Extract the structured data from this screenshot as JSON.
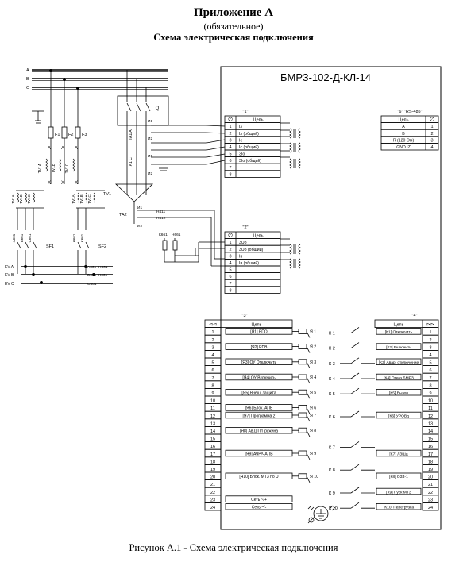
{
  "title": "Приложение А",
  "subtitle": "(обязательное)",
  "heading": "Схема электрическая подключения",
  "device": "БМРЗ-102-Д-КЛ-14",
  "caption": "Рисунок А.1 - Схема электрическая подключения",
  "col_header": "Цепь",
  "left_labels": {
    "buses": [
      "A",
      "B",
      "C"
    ],
    "breaker": "Q",
    "fuses": [
      "F1",
      "F2",
      "F3"
    ],
    "phase_marks": [
      "A",
      "A",
      "A"
    ],
    "x_marks": [
      "X",
      "X",
      "X"
    ],
    "tv_labels": [
      "TV1A",
      "TV1B",
      "TV1C"
    ],
    "tv1": "TV1",
    "ta1": [
      "TA1 A",
      "TA1 C"
    ],
    "i1": [
      "И1",
      "И2",
      "И1",
      "И2"
    ],
    "ta2": "TA2",
    "ta2_ends": [
      "И1",
      "И2"
    ],
    "h_marks": [
      "Н411",
      "Н412"
    ],
    "k_marks": [
      "К661",
      "Н661"
    ],
    "tv_group2": [
      "TV1A",
      "TV1B",
      "TV1C"
    ],
    "tv_group3": [
      "TV1A",
      "TV1B",
      "TV1C"
    ],
    "wire_marks1": [
      "A661",
      "B661",
      "C661"
    ],
    "wire_marks2": [
      "H661",
      "K661"
    ],
    "sf": [
      "SF1",
      "SF2"
    ],
    "ev": [
      "EV A",
      "EV B",
      "EV C"
    ],
    "ev_marks": [
      "A661",
      "B661",
      "C661"
    ],
    "ev_marks2": [
      "H661",
      "K661"
    ]
  },
  "block1": {
    "tag": "\"1\"",
    "rows": [
      {
        "n": "1",
        "name": "Iᴀ"
      },
      {
        "n": "2",
        "name": "Iᴀ (общий)"
      },
      {
        "n": "3",
        "name": "Ic"
      },
      {
        "n": "4",
        "name": "Ic (общий)"
      },
      {
        "n": "5",
        "name": "3Io"
      },
      {
        "n": "6",
        "name": "3Io (общий)"
      },
      {
        "n": "7",
        "name": ""
      },
      {
        "n": "8",
        "name": ""
      }
    ]
  },
  "block2": {
    "tag": "\"2\"",
    "rows": [
      {
        "n": "1",
        "name": "3Uo"
      },
      {
        "n": "2",
        "name": "3Uo (общий)"
      },
      {
        "n": "3",
        "name": "Iв"
      },
      {
        "n": "4",
        "name": "Iв (общий)"
      },
      {
        "n": "5",
        "name": ""
      },
      {
        "n": "6",
        "name": ""
      },
      {
        "n": "7",
        "name": ""
      },
      {
        "n": "8",
        "name": ""
      }
    ]
  },
  "block6": {
    "tag": "\"6\" \"RS-485\"",
    "rows": [
      {
        "name": "A",
        "n": "1"
      },
      {
        "name": "B",
        "n": "2"
      },
      {
        "name": "R (120 Ом)",
        "n": "3"
      },
      {
        "name": "GND  IZ",
        "n": "4"
      }
    ]
  },
  "block3": {
    "tag": "\"3\"",
    "rows": [
      {
        "n": "1",
        "name": "[Я1] РПО",
        "j": "Я 1"
      },
      {
        "n": "2",
        "name": "",
        "j": ""
      },
      {
        "n": "3",
        "name": "[Я2] РПВ",
        "j": "Я 2"
      },
      {
        "n": "4",
        "name": "",
        "j": ""
      },
      {
        "n": "5",
        "name": "[Я3] ОУ Отключить",
        "j": "Я 3"
      },
      {
        "n": "6",
        "name": "",
        "j": ""
      },
      {
        "n": "7",
        "name": "[Я4] ОУ Включить",
        "j": "Я 4"
      },
      {
        "n": "8",
        "name": "",
        "j": ""
      },
      {
        "n": "9",
        "name": "[Я5] Внеш. защита",
        "j": "Я 5"
      },
      {
        "n": "10",
        "name": "",
        "j": ""
      },
      {
        "n": "11",
        "name": "[Я6] Блок. АПВ",
        "j": "Я 6"
      },
      {
        "n": "12",
        "name": "[Я7] Программа 2",
        "j": "Я 7"
      },
      {
        "n": "13",
        "name": "",
        "j": ""
      },
      {
        "n": "14",
        "name": "[Я8] Ав.ШП/Пружина",
        "j": "Я 8"
      },
      {
        "n": "15",
        "name": "",
        "j": ""
      },
      {
        "n": "16",
        "name": "",
        "j": ""
      },
      {
        "n": "17",
        "name": "[Я9] АЧР/ЧАПВ",
        "j": "Я 9"
      },
      {
        "n": "18",
        "name": "",
        "j": ""
      },
      {
        "n": "19",
        "name": "",
        "j": ""
      },
      {
        "n": "20",
        "name": "[Я10] Блок. МТЗ по U",
        "j": "Я 10"
      },
      {
        "n": "21",
        "name": "",
        "j": ""
      },
      {
        "n": "22",
        "name": "",
        "j": ""
      },
      {
        "n": "23",
        "name": "Сеть ~/+",
        "j": ""
      },
      {
        "n": "24",
        "name": "Сеть ~/-",
        "j": ""
      }
    ]
  },
  "block4": {
    "tag": "\"4\"",
    "rows": [
      {
        "k": "К 1",
        "name": "[К1] Отключить",
        "n": "1"
      },
      {
        "k": "",
        "name": "",
        "n": "2"
      },
      {
        "k": "К 2",
        "name": "[К2] Включить",
        "n": "3"
      },
      {
        "k": "",
        "name": "",
        "n": "4"
      },
      {
        "k": "К 3",
        "name": "[К3] Авар. отключение",
        "n": "5"
      },
      {
        "k": "",
        "name": "",
        "n": "6"
      },
      {
        "k": "К 4",
        "name": "[К4] Отказ БМРЗ",
        "n": "7"
      },
      {
        "k": "",
        "name": "",
        "n": "8"
      },
      {
        "k": "К 5",
        "name": "[К5] Вызов",
        "n": "9"
      },
      {
        "k": "",
        "name": "",
        "n": "10"
      },
      {
        "k": "",
        "name": "",
        "n": "11"
      },
      {
        "k": "К 6",
        "name": "[К6] УРОВд",
        "n": "12"
      },
      {
        "k": "",
        "name": "",
        "n": "13"
      },
      {
        "k": "",
        "name": "",
        "n": "14"
      },
      {
        "k": "",
        "name": "",
        "n": "15"
      },
      {
        "k": "К 7",
        "name": "",
        "n": "16"
      },
      {
        "k": "",
        "name": "[К7] ЛЗШд",
        "n": "17"
      },
      {
        "k": "",
        "name": "",
        "n": "18"
      },
      {
        "k": "К 8",
        "name": "",
        "n": "19"
      },
      {
        "k": "",
        "name": "[К8] ОЗЗ-1",
        "n": "20"
      },
      {
        "k": "",
        "name": "",
        "n": "21"
      },
      {
        "k": "К 9",
        "name": "[К9] Пуск МТЗ",
        "n": "22"
      },
      {
        "k": "",
        "name": "",
        "n": "23"
      },
      {
        "k": "К 10",
        "name": "[К10] Перегрузка",
        "n": "24"
      }
    ]
  }
}
